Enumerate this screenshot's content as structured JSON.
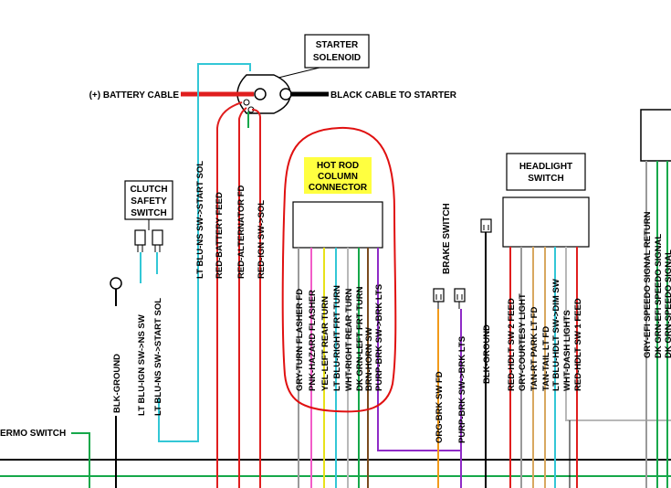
{
  "components": {
    "starter_solenoid": {
      "line1": "STARTER",
      "line2": "SOLENOID"
    },
    "battery_cable": "(+) BATTERY CABLE",
    "black_cable": "BLACK CABLE TO STARTER",
    "clutch_switch": {
      "line1": "CLUTCH",
      "line2": "SAFETY",
      "line3": "SWITCH"
    },
    "hot_rod_connector": {
      "line1": "HOT ROD",
      "line2": "COLUMN",
      "line3": "CONNECTOR"
    },
    "brake_switch": "BRAKE SWITCH",
    "headlight_switch": {
      "line1": "HEADLIGHT",
      "line2": "SWITCH"
    },
    "thermo_switch": "ERMO SWITCH"
  },
  "wire_labels": {
    "lt_blu_ns_start_sol_top": "LT BLU-NS SW->START SOL",
    "red_battery_feed": "RED-BATTERY FEED",
    "red_alternator_fd": "RED-ALTERNATOR FD",
    "red_ign_sol": "RED-IGN SW->SOL",
    "blk_ground_clutch": "BLK-GROUND",
    "lt_blu_ign_ns": "LT BLU-IGN SW->NS SW",
    "lt_blu_ns_start_sol": "LT BLU-NS SW->START SOL",
    "gry_turn_flasher": "GRY-TURN FLASHER FD",
    "pnk_hazard_flasher": "PNK-HAZARD FLASHER",
    "yel_left_rear_turn": "YEL-LEFT REAR TURN",
    "lt_blu_right_frt_turn": "LT BLU-RIGHT FRT TURN",
    "wht_right_rear_turn": "WHT-RIGHT REAR TURN",
    "dk_grn_left_frt_turn": "DK GRN-LEFT FRT TURN",
    "brn_horn_sw": "BRN-HORN SW",
    "purp_brk_lts": "PURP-BRK SW->BRK LTS",
    "org_brk_sw_fd": "ORG-BRK SW FD",
    "purp_brk_sw_brk_lts": "PURP-BRK SW->BRK LTS",
    "blk_ground_brake": "BLK-GROUND",
    "red_hdlt_sw2_feed": "RED-HDLT SW 2 FEED",
    "gry_courtesy_light": "GRY-COURTESY LIGHT",
    "tan_rt_park_lt_fd": "TAN-RT PARK LT FD",
    "tan_tail_lt_fd": "TAN-TAIL LT FD",
    "lt_blu_hdlt_dim": "LT BLU-HDLT SW->DIM SW",
    "wht_dash_lights": "WHT-DASH LIGHTS",
    "red_hdlt_sw1_feed": "RED-HDLT SW 1 FEED",
    "gry_efi_speedo_return": "GRY-EFI SPEEDO SIGNAL RETURN",
    "dk_grn_efi_speedo": "DK GRN-EFI SPEEDO SIGNAL",
    "dk_grn_speedo_partial": "DK GRN-SPEEDO SIGNAL"
  },
  "colors": {
    "red": "#e01e1e",
    "light_blue": "#33c7d6",
    "dark_green": "#16a84a",
    "gray": "#9a9a9a",
    "pink": "#f25cc8",
    "yellow": "#e8e21a",
    "white_wire": "#b8b8b8",
    "brown": "#7a4b1e",
    "purple": "#8f2bc7",
    "orange": "#f29a1a",
    "tan": "#d8a860",
    "black": "#000000",
    "highlight": "#ffff40",
    "annotation_circle": "#e01010"
  }
}
